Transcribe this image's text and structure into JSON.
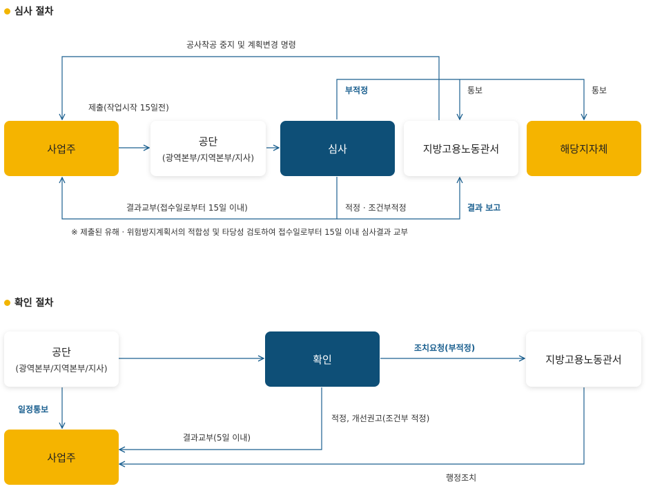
{
  "section1": {
    "title": "심사 절차",
    "boxes": {
      "applicant": "사업주",
      "agency": "공단",
      "agency_sub": "(광역본부/지역본부/지사)",
      "review": "심사",
      "labor_office": "지방고용노동관서",
      "local_gov": "해당지자체"
    },
    "labels": {
      "order": "공사착공 중지 및 계획변경 명령",
      "submit": "제출(작업시작 15일전)",
      "unsuitable": "부적정",
      "notify1": "통보",
      "notify2": "통보",
      "result_delivery": "결과교부(접수일로부터 15일 이내)",
      "suitable": "적정 · 조건부적정",
      "result_report": "결과 보고"
    },
    "note": "※ 제출된 유해 · 위험방지계획서의 적합성 및 타당성 검토하여 접수일로부터 15일 이내 심사결과 교부"
  },
  "section2": {
    "title": "확인 절차",
    "boxes": {
      "agency": "공단",
      "agency_sub": "(광역본부/지역본부/지사)",
      "confirm": "확인",
      "labor_office": "지방고용노동관서",
      "applicant": "사업주"
    },
    "labels": {
      "action_request": "조치요청(부적정)",
      "schedule_notice": "일정통보",
      "suitable": "적정, 개선권고(조건부 적정)",
      "result_delivery": "결과교부(5일 이내)",
      "admin_action": "행정조치"
    }
  },
  "colors": {
    "accent_orange": "#f5b400",
    "navy": "#0e4f77",
    "line": "#1a5f8f",
    "label_blue": "#1a5f8f"
  }
}
